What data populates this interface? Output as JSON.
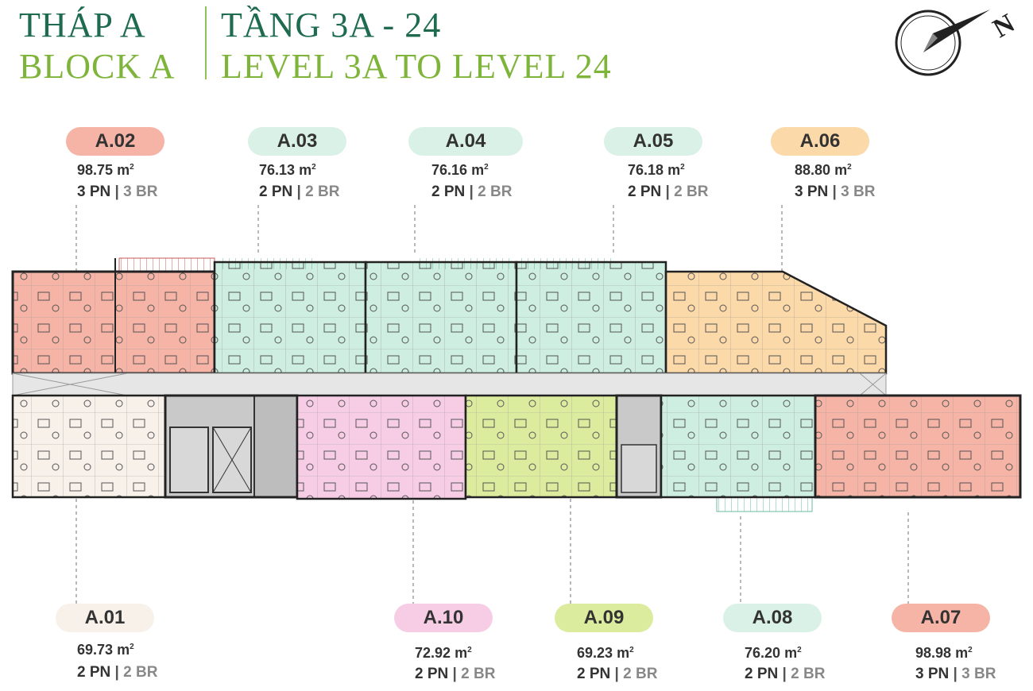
{
  "header": {
    "tower_vn": "THÁP A",
    "tower_en": "BLOCK A",
    "floor_vn": "TẦNG 3A - 24",
    "floor_en": "LEVEL 3A TO LEVEL 24"
  },
  "compass": {
    "label": "N",
    "icon": "north-arrow-icon"
  },
  "colors": {
    "header_dark": "#1f6b4f",
    "header_light": "#7fb43a",
    "salmon": "#f6b4a6",
    "mint": "#cdeee0",
    "peach": "#fbd9a8",
    "cream": "#f7f1ea",
    "pink": "#f7cde6",
    "lime": "#dcec9f",
    "corridor": "#e6e6e6",
    "core": "#c9c9c9"
  },
  "apartments": [
    {
      "id": "A.02",
      "area": "98.75",
      "pn": "3 PN",
      "br": "3 BR"
    },
    {
      "id": "A.03",
      "area": "76.13",
      "pn": "2 PN",
      "br": "2 BR"
    },
    {
      "id": "A.04",
      "area": "76.16",
      "pn": "2 PN",
      "br": "2 BR"
    },
    {
      "id": "A.05",
      "area": "76.18",
      "pn": "2 PN",
      "br": "2 BR"
    },
    {
      "id": "A.06",
      "area": "88.80",
      "pn": "3 PN",
      "br": "3 BR"
    },
    {
      "id": "A.01",
      "area": "69.73",
      "pn": "2 PN",
      "br": "2 BR"
    },
    {
      "id": "A.10",
      "area": "72.92",
      "pn": "2 PN",
      "br": "2 BR"
    },
    {
      "id": "A.09",
      "area": "69.23",
      "pn": "2 PN",
      "br": "2 BR"
    },
    {
      "id": "A.08",
      "area": "76.20",
      "pn": "2 PN",
      "br": "2 BR"
    },
    {
      "id": "A.07",
      "area": "98.98",
      "pn": "3 PN",
      "br": "3 BR"
    }
  ],
  "unit_area": "m",
  "unit_exp": "2",
  "room_sep": "|"
}
